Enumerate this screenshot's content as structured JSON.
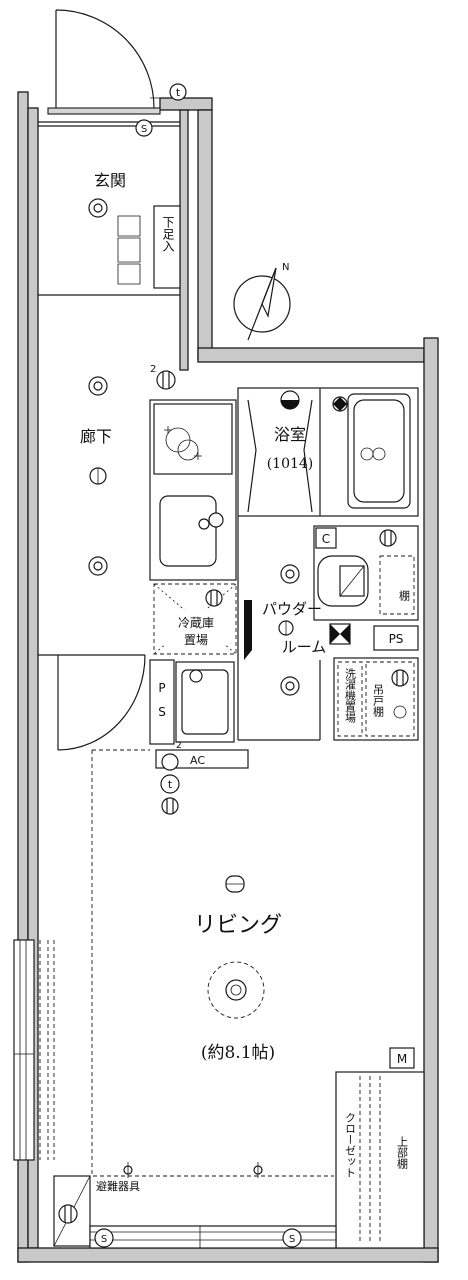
{
  "rooms": {
    "entrance": "玄関",
    "hallway": "廊下",
    "bathroom": "浴室",
    "bathroom_size": "(1014)",
    "powder_room_line1": "パウダー",
    "powder_room_line2": "ルーム",
    "living": "リビング",
    "living_size": "(約8.1帖)",
    "fridge_line1": "冷蔵庫",
    "fridge_line2": "置場",
    "washer": "洗濯機置場",
    "shoe_box": "下足入",
    "hanging_shelf": "吊戸棚",
    "shelf": "棚",
    "closet": "クローゼット",
    "upper_shelf": "上部棚",
    "evacuation": "避難器具"
  },
  "symbols": {
    "ps_left": "PS",
    "ps_right": "PS",
    "c": "C",
    "m": "M",
    "ac": "AC",
    "north": "N",
    "t_top": "t",
    "t_mid": "t",
    "s_top": "S",
    "s_bottom_left": "S",
    "s_bottom_right": "S",
    "two_hall": "2",
    "two_ac": "2"
  },
  "icons": [
    "ceiling-light-icon",
    "downlight-icon",
    "smoke-detector-icon",
    "north-arrow-icon",
    "breaker-box-icon",
    "sink-icon",
    "toilet-icon",
    "bathtub-icon",
    "stove-icon"
  ]
}
